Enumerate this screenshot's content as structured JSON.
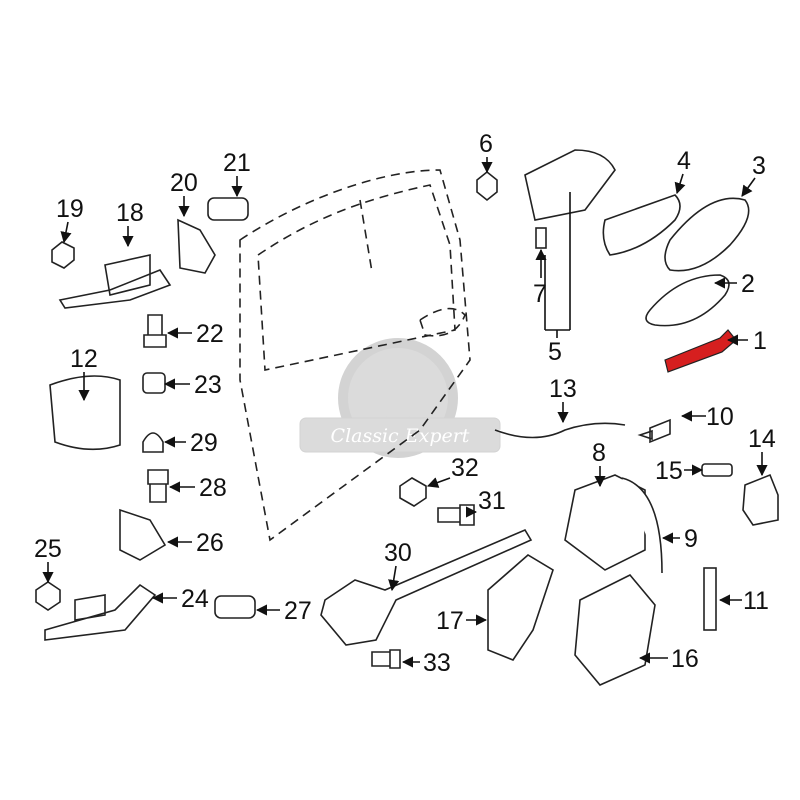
{
  "diagram": {
    "title": "Rear door lock & handle parts",
    "highlight_color": "#d61f1f",
    "highlighted_part": "1",
    "callouts": [
      "1",
      "2",
      "3",
      "4",
      "5",
      "6",
      "7",
      "8",
      "9",
      "10",
      "11",
      "12",
      "13",
      "14",
      "15",
      "16",
      "17",
      "18",
      "19",
      "20",
      "21",
      "22",
      "23",
      "24",
      "25",
      "26",
      "27",
      "28",
      "29",
      "30",
      "31",
      "32",
      "33"
    ]
  },
  "watermark": {
    "text": "Classic Expert"
  }
}
